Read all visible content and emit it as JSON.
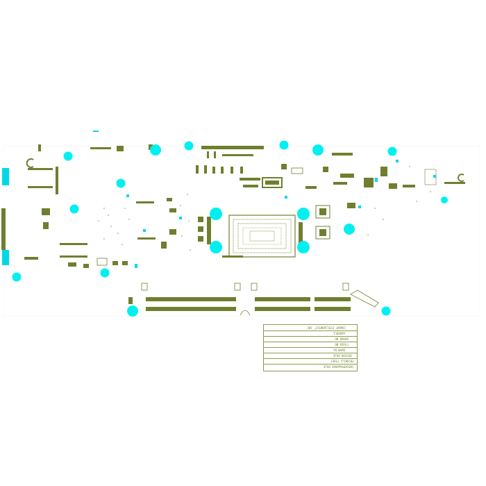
{
  "colors": {
    "copper": "#6e7f2f",
    "outline": "#8a9a4a",
    "mount_hole": "#00f0f0",
    "pad": "#00d8e8"
  },
  "title_block": {
    "rows": [
      {
        "label": "COMPAL ELECTRONICS, INC.",
        "value": ""
      },
      {
        "label": "PRODUCT",
        "value": ""
      },
      {
        "label": "BOARD NO.",
        "value": ""
      },
      {
        "label": "LAYER NO.",
        "value": ""
      },
      {
        "label": "DRAW BY",
        "value": ""
      },
      {
        "label": "DESIGN DATE",
        "value": ""
      },
      {
        "label": "SECURITY LEVEL",
        "value": ""
      },
      {
        "label": "CHECK&APPROVE DATE",
        "value": ""
      }
    ]
  }
}
